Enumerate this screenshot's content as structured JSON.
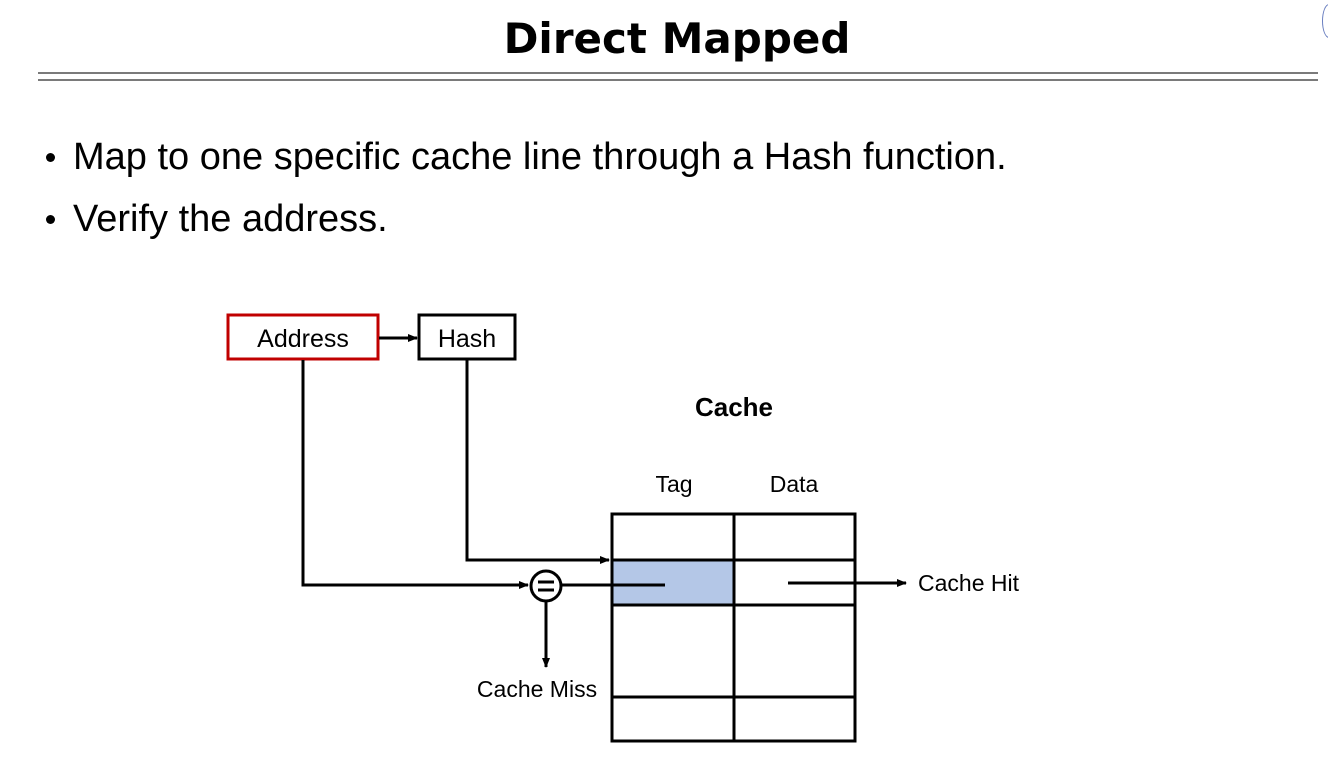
{
  "slide": {
    "title": "Direct Mapped",
    "bullets": [
      "Map to one specific cache line through a Hash function.",
      "Verify the address."
    ]
  },
  "diagram": {
    "address_label": "Address",
    "hash_label": "Hash",
    "cache_title": "Cache",
    "columns": [
      "Tag",
      "Data"
    ],
    "compare_symbol": "=",
    "miss_label": "Cache Miss",
    "hit_label": "Cache Hit",
    "highlight_color": "#b4c7e7",
    "address_border_color": "#c00000"
  }
}
